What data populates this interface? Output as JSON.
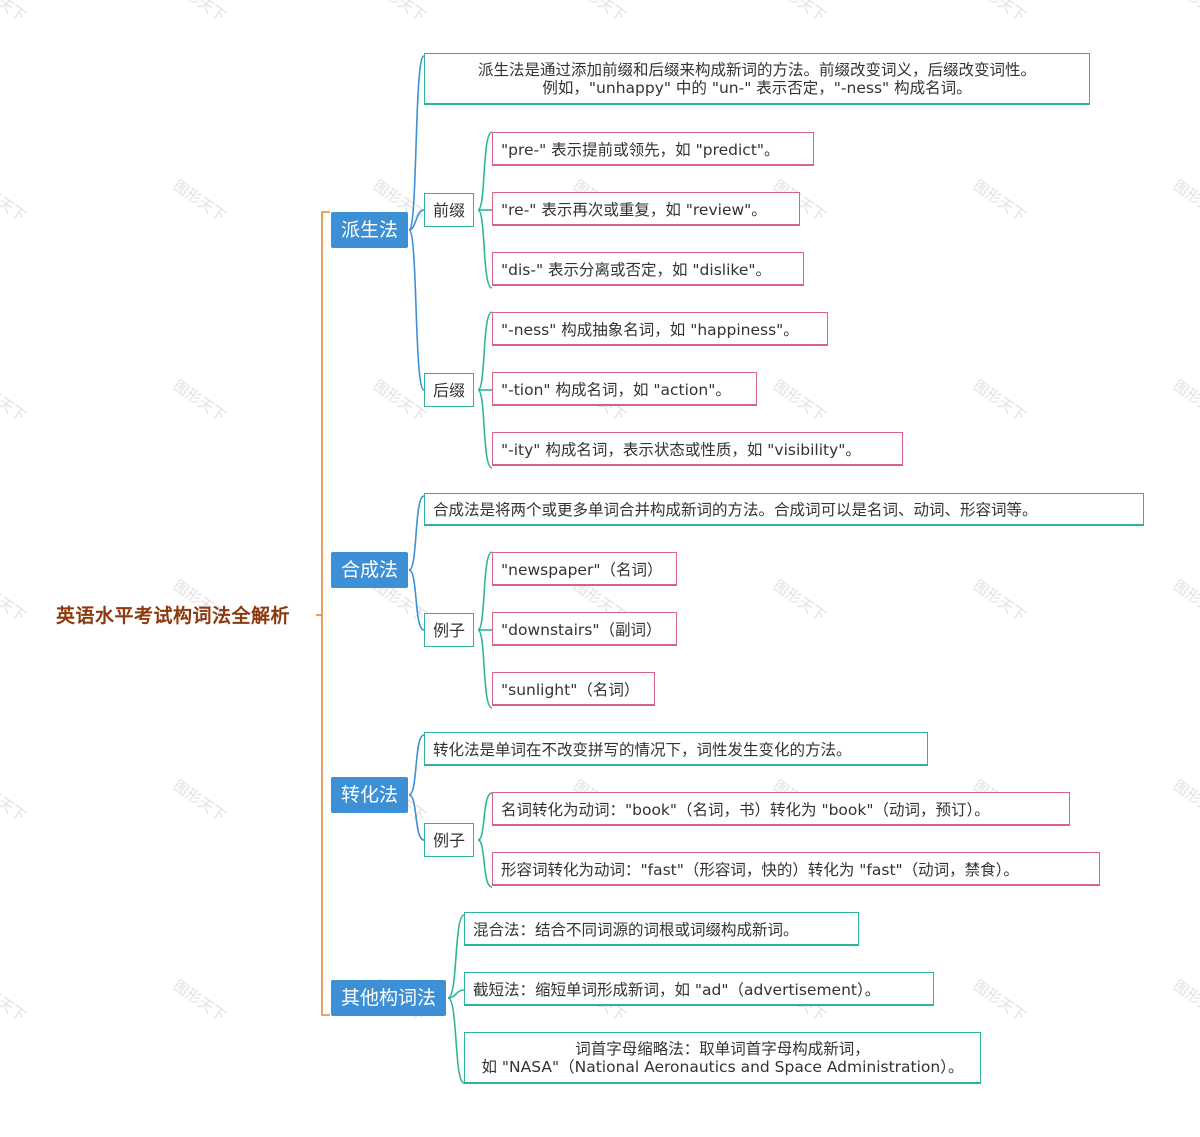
{
  "colors": {
    "root_text": "#8b3a0e",
    "root_line": "#e08a3c",
    "branch_fill": "#3d8fd6",
    "teal": "#2db59a",
    "pink": "#d9618a",
    "blue_line": "#3d8fd6"
  },
  "watermark": "图形天下",
  "root": "英语水平考试构词法全解析",
  "branches": {
    "derivation": {
      "label": "派生法",
      "desc_line1": "派生法是通过添加前缀和后缀来构成新词的方法。前缀改变词义，后缀改变词性。",
      "desc_line2": "例如，\"unhappy\" 中的 \"un-\" 表示否定，\"-ness\" 构成名词。",
      "prefix": {
        "label": "前缀",
        "items": [
          "\"pre-\" 表示提前或领先，如 \"predict\"。",
          "\"re-\" 表示再次或重复，如 \"review\"。",
          "\"dis-\" 表示分离或否定，如 \"dislike\"。"
        ]
      },
      "suffix": {
        "label": "后缀",
        "items": [
          "\"-ness\" 构成抽象名词，如 \"happiness\"。",
          "\"-tion\" 构成名词，如 \"action\"。",
          "\"-ity\" 构成名词，表示状态或性质，如 \"visibility\"。"
        ]
      }
    },
    "compounding": {
      "label": "合成法",
      "desc": "合成法是将两个或更多单词合并构成新词的方法。合成词可以是名词、动词、形容词等。",
      "examples": {
        "label": "例子",
        "items": [
          "\"newspaper\"（名词）",
          "\"downstairs\"（副词）",
          "\"sunlight\"（名词）"
        ]
      }
    },
    "conversion": {
      "label": "转化法",
      "desc": "转化法是单词在不改变拼写的情况下，词性发生变化的方法。",
      "examples": {
        "label": "例子",
        "items": [
          "名词转化为动词：\"book\"（名词，书）转化为 \"book\"（动词，预订）。",
          "形容词转化为动词：\"fast\"（形容词，快的）转化为 \"fast\"（动词，禁食）。"
        ]
      }
    },
    "other": {
      "label": "其他构词法",
      "items": [
        "混合法：结合不同词源的词根或词缀构成新词。",
        "截短法：缩短单词形成新词，如 \"ad\"（advertisement）。"
      ],
      "acronym_line1": "词首字母缩略法：取单词首字母构成新词，",
      "acronym_line2": "如 \"NASA\"（National Aeronautics and Space Administration）。"
    }
  }
}
